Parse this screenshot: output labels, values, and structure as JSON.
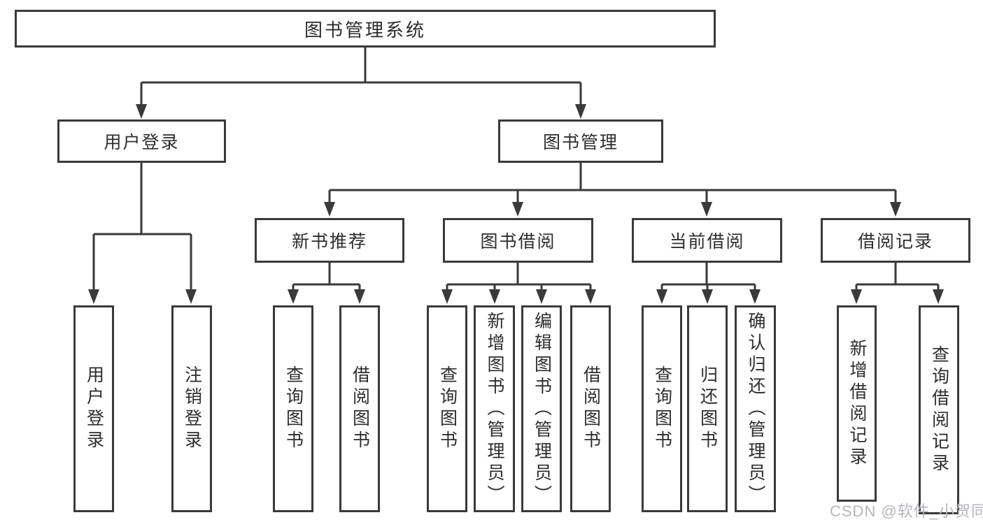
{
  "colors": {
    "background": "#ffffff",
    "line": "#3a3a3a",
    "box_border": "#3a3a3a",
    "label_text": "#2d2d2d",
    "watermark_text": "#b7b5bd"
  },
  "tree": {
    "root": {
      "label": "图书管理系统"
    },
    "branches": [
      {
        "label": "用户登录",
        "children": [
          {
            "label": "用户登录"
          },
          {
            "label": "注销登录"
          }
        ]
      },
      {
        "label": "图书管理",
        "children": [
          {
            "label": "新书推荐",
            "children": [
              {
                "label": "查询图书"
              },
              {
                "label": "借阅图书"
              }
            ]
          },
          {
            "label": "图书借阅",
            "children": [
              {
                "label": "查询图书"
              },
              {
                "label": "新增图书（管理员）"
              },
              {
                "label": "编辑图书（管理员）"
              },
              {
                "label": "借阅图书"
              }
            ]
          },
          {
            "label": "当前借阅",
            "children": [
              {
                "label": "查询图书"
              },
              {
                "label": "归还图书"
              },
              {
                "label": "确认归还（管理员）"
              }
            ]
          },
          {
            "label": "借阅记录",
            "children": [
              {
                "label": "新增借阅记录"
              },
              {
                "label": "查询借阅记录"
              }
            ]
          }
        ]
      }
    ]
  },
  "watermark": {
    "text": "CSDN @软件_小贺同学"
  }
}
